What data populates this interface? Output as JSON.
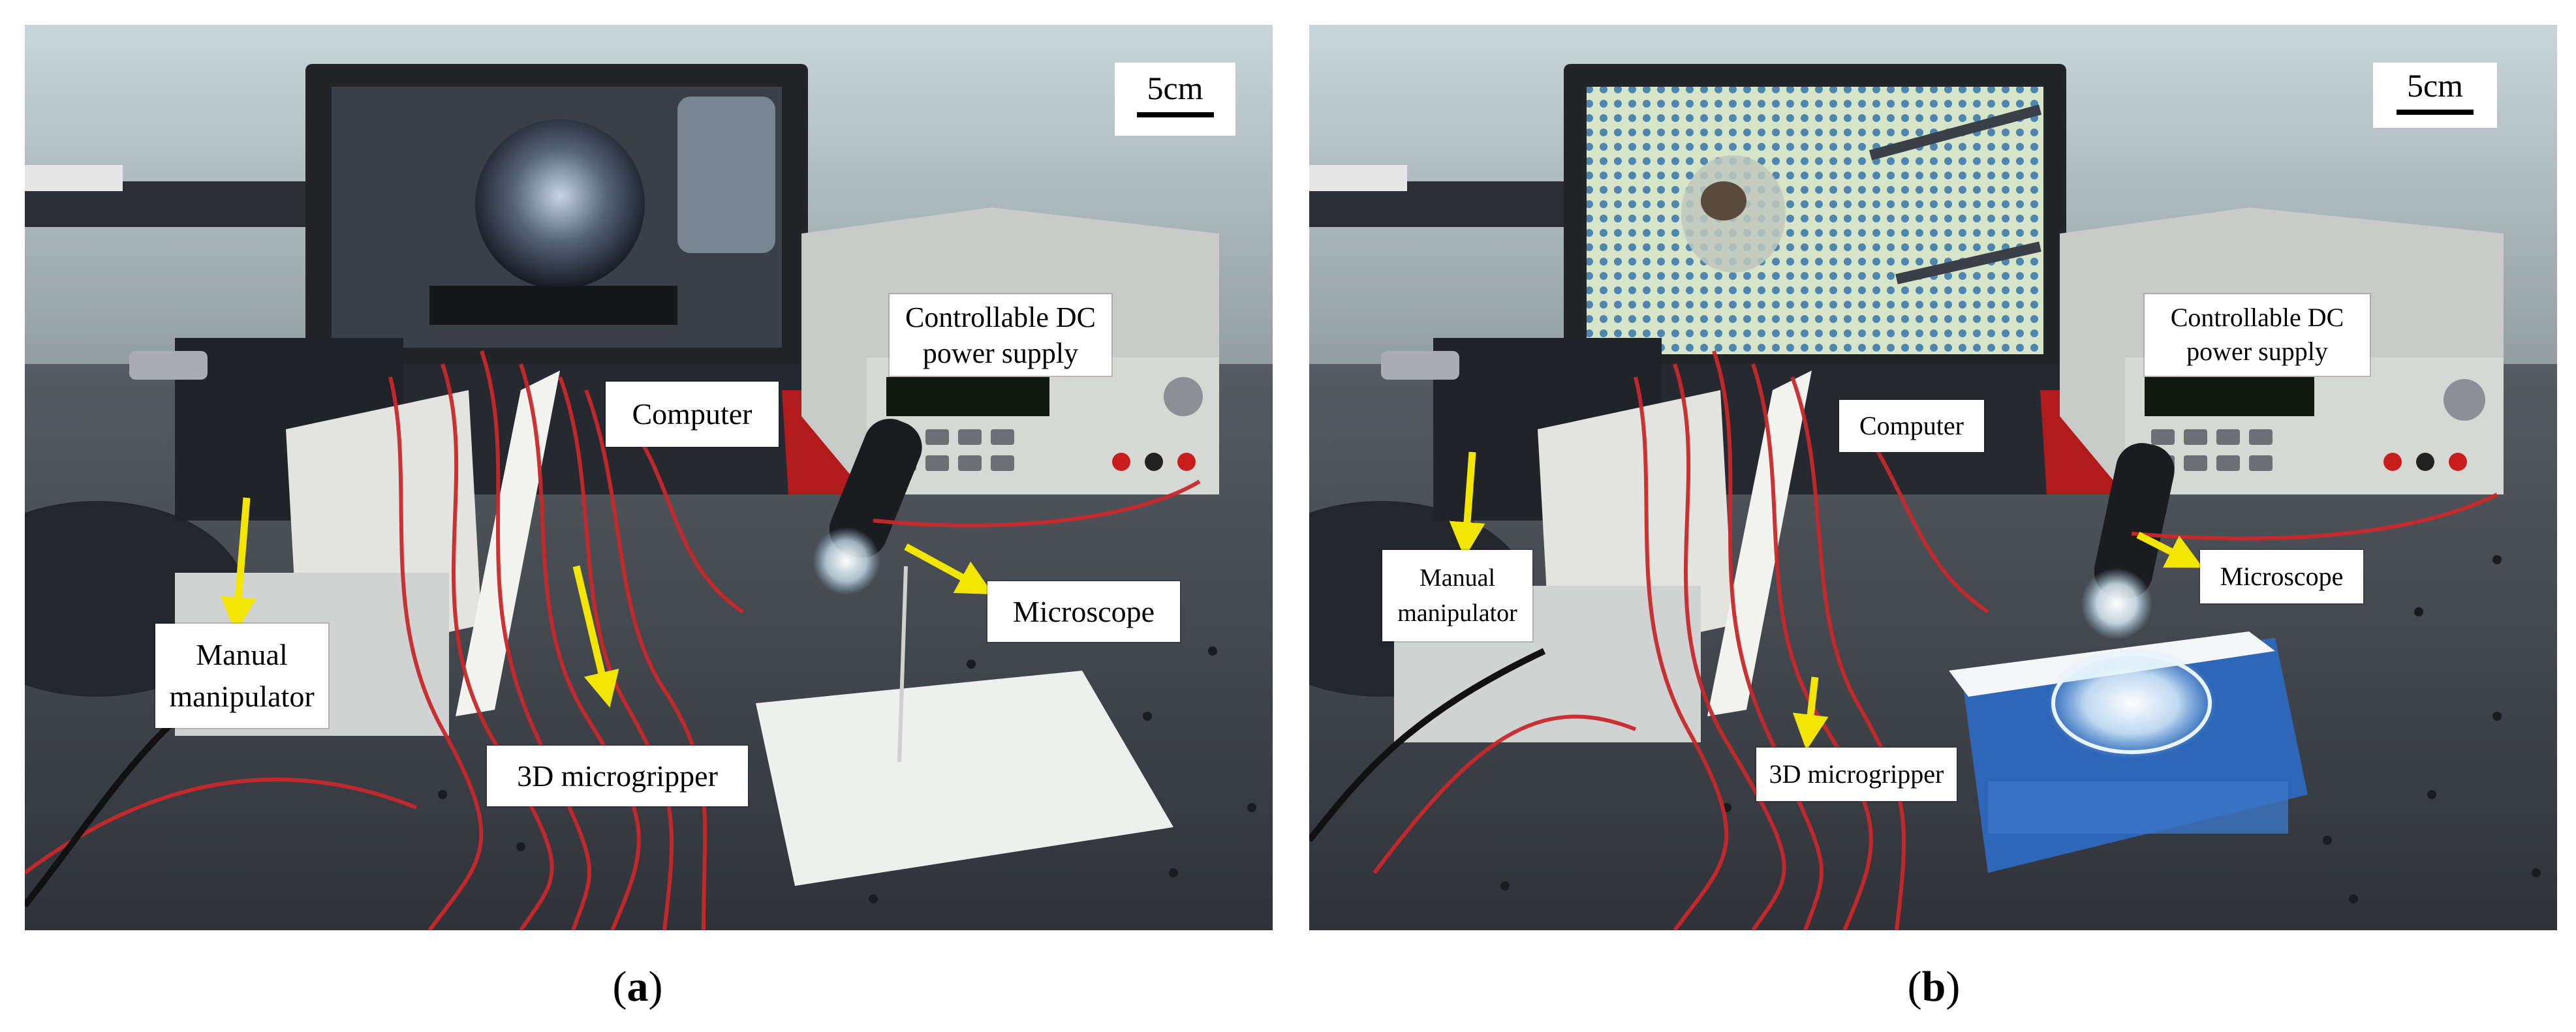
{
  "panels": [
    {
      "id": "a",
      "scale": "5cm",
      "labels": {
        "power_supply_line1": "Controllable DC",
        "power_supply_line2": "power supply",
        "computer": "Computer",
        "microscope": "Microscope",
        "manual_line1": "Manual",
        "manual_line2": "manipulator",
        "gripper": "3D microgripper"
      },
      "caption_letter": "a"
    },
    {
      "id": "b",
      "scale": "5cm",
      "labels": {
        "power_supply_line1": "Controllable DC",
        "power_supply_line2": "power supply",
        "computer": "Computer",
        "microscope": "Microscope",
        "manual_line1": "Manual",
        "manual_line2": "manipulator",
        "gripper": "3D microgripper"
      },
      "caption_letter": "b"
    }
  ],
  "colors": {
    "arrow": "#f2e600",
    "wire": "#c8282a",
    "table": "#3c4148",
    "wall": "#b9c6ca"
  }
}
